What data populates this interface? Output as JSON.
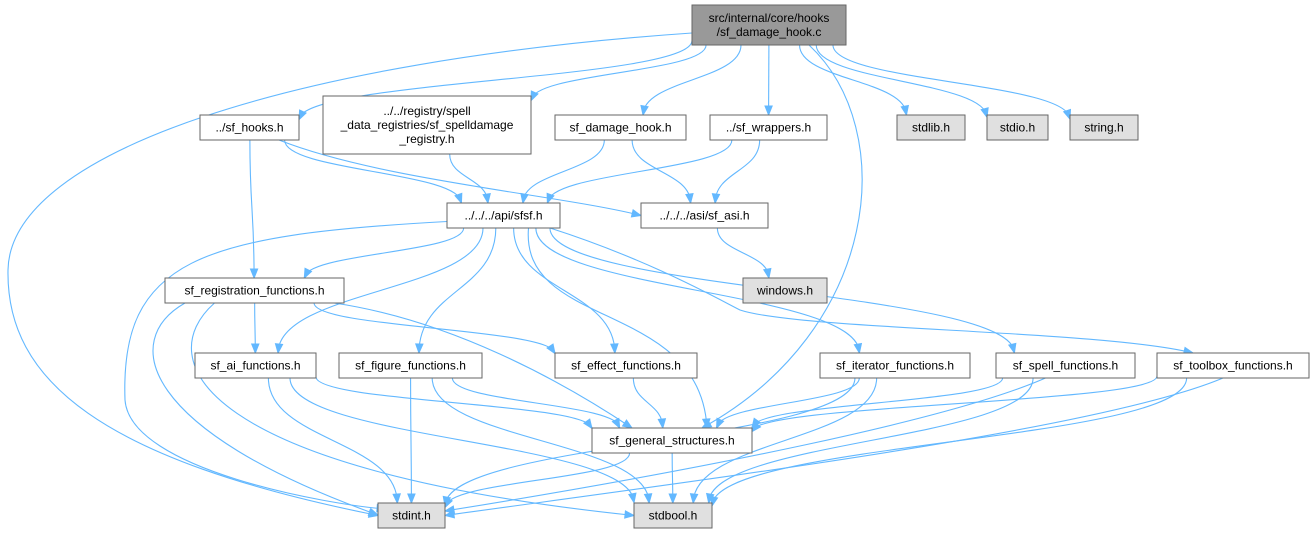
{
  "colors": {
    "root_fill": "#999999",
    "node_fill": "#ffffff",
    "system_fill": "#e0e0e0",
    "border": "#666666",
    "edge": "#63b8ff"
  },
  "nodes": [
    {
      "id": "root",
      "lines": [
        "src/internal/core/hooks",
        "/sf_damage_hook.c"
      ],
      "kind": "root"
    },
    {
      "id": "sf_hooks",
      "lines": [
        "../sf_hooks.h"
      ],
      "kind": "node"
    },
    {
      "id": "spelldamage",
      "lines": [
        "../../registry/spell",
        "_data_registries/sf_spelldamage",
        "_registry.h"
      ],
      "kind": "node"
    },
    {
      "id": "sf_damage_hook",
      "lines": [
        "sf_damage_hook.h"
      ],
      "kind": "node"
    },
    {
      "id": "sf_wrappers",
      "lines": [
        "../sf_wrappers.h"
      ],
      "kind": "node"
    },
    {
      "id": "stdlib",
      "lines": [
        "stdlib.h"
      ],
      "kind": "system"
    },
    {
      "id": "stdio",
      "lines": [
        "stdio.h"
      ],
      "kind": "system"
    },
    {
      "id": "string",
      "lines": [
        "string.h"
      ],
      "kind": "system"
    },
    {
      "id": "sfsf",
      "lines": [
        "../../../api/sfsf.h"
      ],
      "kind": "node"
    },
    {
      "id": "sf_asi",
      "lines": [
        "../../../asi/sf_asi.h"
      ],
      "kind": "node"
    },
    {
      "id": "windows",
      "lines": [
        "windows.h"
      ],
      "kind": "system"
    },
    {
      "id": "registration",
      "lines": [
        "sf_registration_functions.h"
      ],
      "kind": "node"
    },
    {
      "id": "ai",
      "lines": [
        "sf_ai_functions.h"
      ],
      "kind": "node"
    },
    {
      "id": "figure",
      "lines": [
        "sf_figure_functions.h"
      ],
      "kind": "node"
    },
    {
      "id": "effect",
      "lines": [
        "sf_effect_functions.h"
      ],
      "kind": "node"
    },
    {
      "id": "iterator",
      "lines": [
        "sf_iterator_functions.h"
      ],
      "kind": "node"
    },
    {
      "id": "spell",
      "lines": [
        "sf_spell_functions.h"
      ],
      "kind": "node"
    },
    {
      "id": "toolbox",
      "lines": [
        "sf_toolbox_functions.h"
      ],
      "kind": "node"
    },
    {
      "id": "general",
      "lines": [
        "sf_general_structures.h"
      ],
      "kind": "node"
    },
    {
      "id": "stdint",
      "lines": [
        "stdint.h"
      ],
      "kind": "system"
    },
    {
      "id": "stdbool",
      "lines": [
        "stdbool.h"
      ],
      "kind": "system"
    }
  ],
  "edges": [
    [
      "root",
      "sf_hooks"
    ],
    [
      "root",
      "spelldamage"
    ],
    [
      "root",
      "sf_damage_hook"
    ],
    [
      "root",
      "sf_wrappers"
    ],
    [
      "root",
      "stdlib"
    ],
    [
      "root",
      "stdio"
    ],
    [
      "root",
      "string"
    ],
    [
      "root",
      "stdint"
    ],
    [
      "root",
      "general"
    ],
    [
      "sf_hooks",
      "sfsf"
    ],
    [
      "sf_hooks",
      "sf_asi"
    ],
    [
      "sf_hooks",
      "registration"
    ],
    [
      "spelldamage",
      "sfsf"
    ],
    [
      "sf_damage_hook",
      "sfsf"
    ],
    [
      "sf_damage_hook",
      "sf_asi"
    ],
    [
      "sf_wrappers",
      "sfsf"
    ],
    [
      "sf_wrappers",
      "sf_asi"
    ],
    [
      "sf_asi",
      "windows"
    ],
    [
      "sfsf",
      "registration"
    ],
    [
      "sfsf",
      "ai"
    ],
    [
      "sfsf",
      "figure"
    ],
    [
      "sfsf",
      "effect"
    ],
    [
      "sfsf",
      "iterator"
    ],
    [
      "sfsf",
      "spell"
    ],
    [
      "sfsf",
      "toolbox"
    ],
    [
      "sfsf",
      "general"
    ],
    [
      "sfsf",
      "stdint"
    ],
    [
      "registration",
      "ai"
    ],
    [
      "registration",
      "effect"
    ],
    [
      "registration",
      "general"
    ],
    [
      "registration",
      "stdint"
    ],
    [
      "registration",
      "stdbool"
    ],
    [
      "ai",
      "general"
    ],
    [
      "ai",
      "stdint"
    ],
    [
      "ai",
      "stdbool"
    ],
    [
      "figure",
      "general"
    ],
    [
      "figure",
      "stdint"
    ],
    [
      "figure",
      "stdbool"
    ],
    [
      "effect",
      "general"
    ],
    [
      "iterator",
      "general"
    ],
    [
      "iterator",
      "stdint"
    ],
    [
      "iterator",
      "stdbool"
    ],
    [
      "spell",
      "general"
    ],
    [
      "spell",
      "stdint"
    ],
    [
      "spell",
      "stdbool"
    ],
    [
      "toolbox",
      "general"
    ],
    [
      "toolbox",
      "stdint"
    ],
    [
      "toolbox",
      "stdbool"
    ],
    [
      "general",
      "stdint"
    ],
    [
      "general",
      "stdbool"
    ]
  ]
}
